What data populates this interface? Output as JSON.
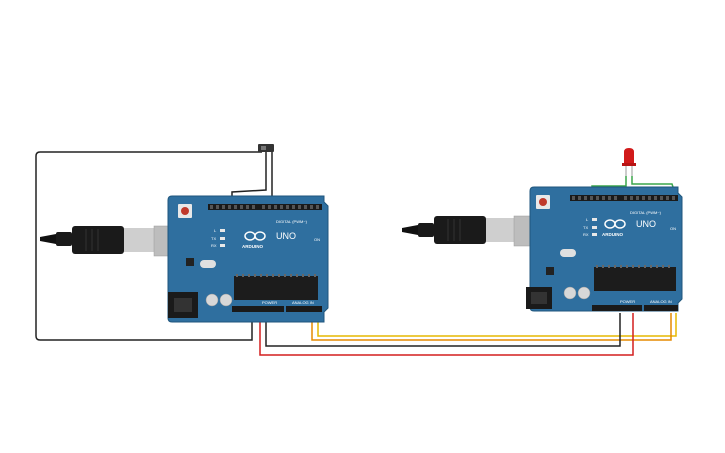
{
  "boards": [
    {
      "id": "left",
      "brand": "ARDUINO",
      "model": "UNO",
      "header_digital": "DIGITAL (PWM~)",
      "header_power": "POWER",
      "header_analog": "ANALOG IN",
      "led_labels": [
        "L",
        "TX",
        "RX"
      ],
      "on_label": "ON",
      "colors": {
        "pcb": "#2f6f9f",
        "pcb_edge": "#1f567d"
      }
    },
    {
      "id": "right",
      "brand": "ARDUINO",
      "model": "UNO",
      "header_digital": "DIGITAL (PWM~)",
      "header_power": "POWER",
      "header_analog": "ANALOG IN",
      "led_labels": [
        "L",
        "TX",
        "RX"
      ],
      "on_label": "ON",
      "colors": {
        "pcb": "#2f6f9f",
        "pcb_edge": "#1f567d"
      }
    }
  ],
  "wires": {
    "colors": {
      "black": "#222222",
      "red": "#d41f1f",
      "yellow": "#e6b800",
      "orange": "#e58a00",
      "green": "#3aa54a"
    }
  },
  "components": {
    "led": {
      "color": "#d11a1a"
    },
    "switch": {
      "color": "#333333"
    }
  }
}
